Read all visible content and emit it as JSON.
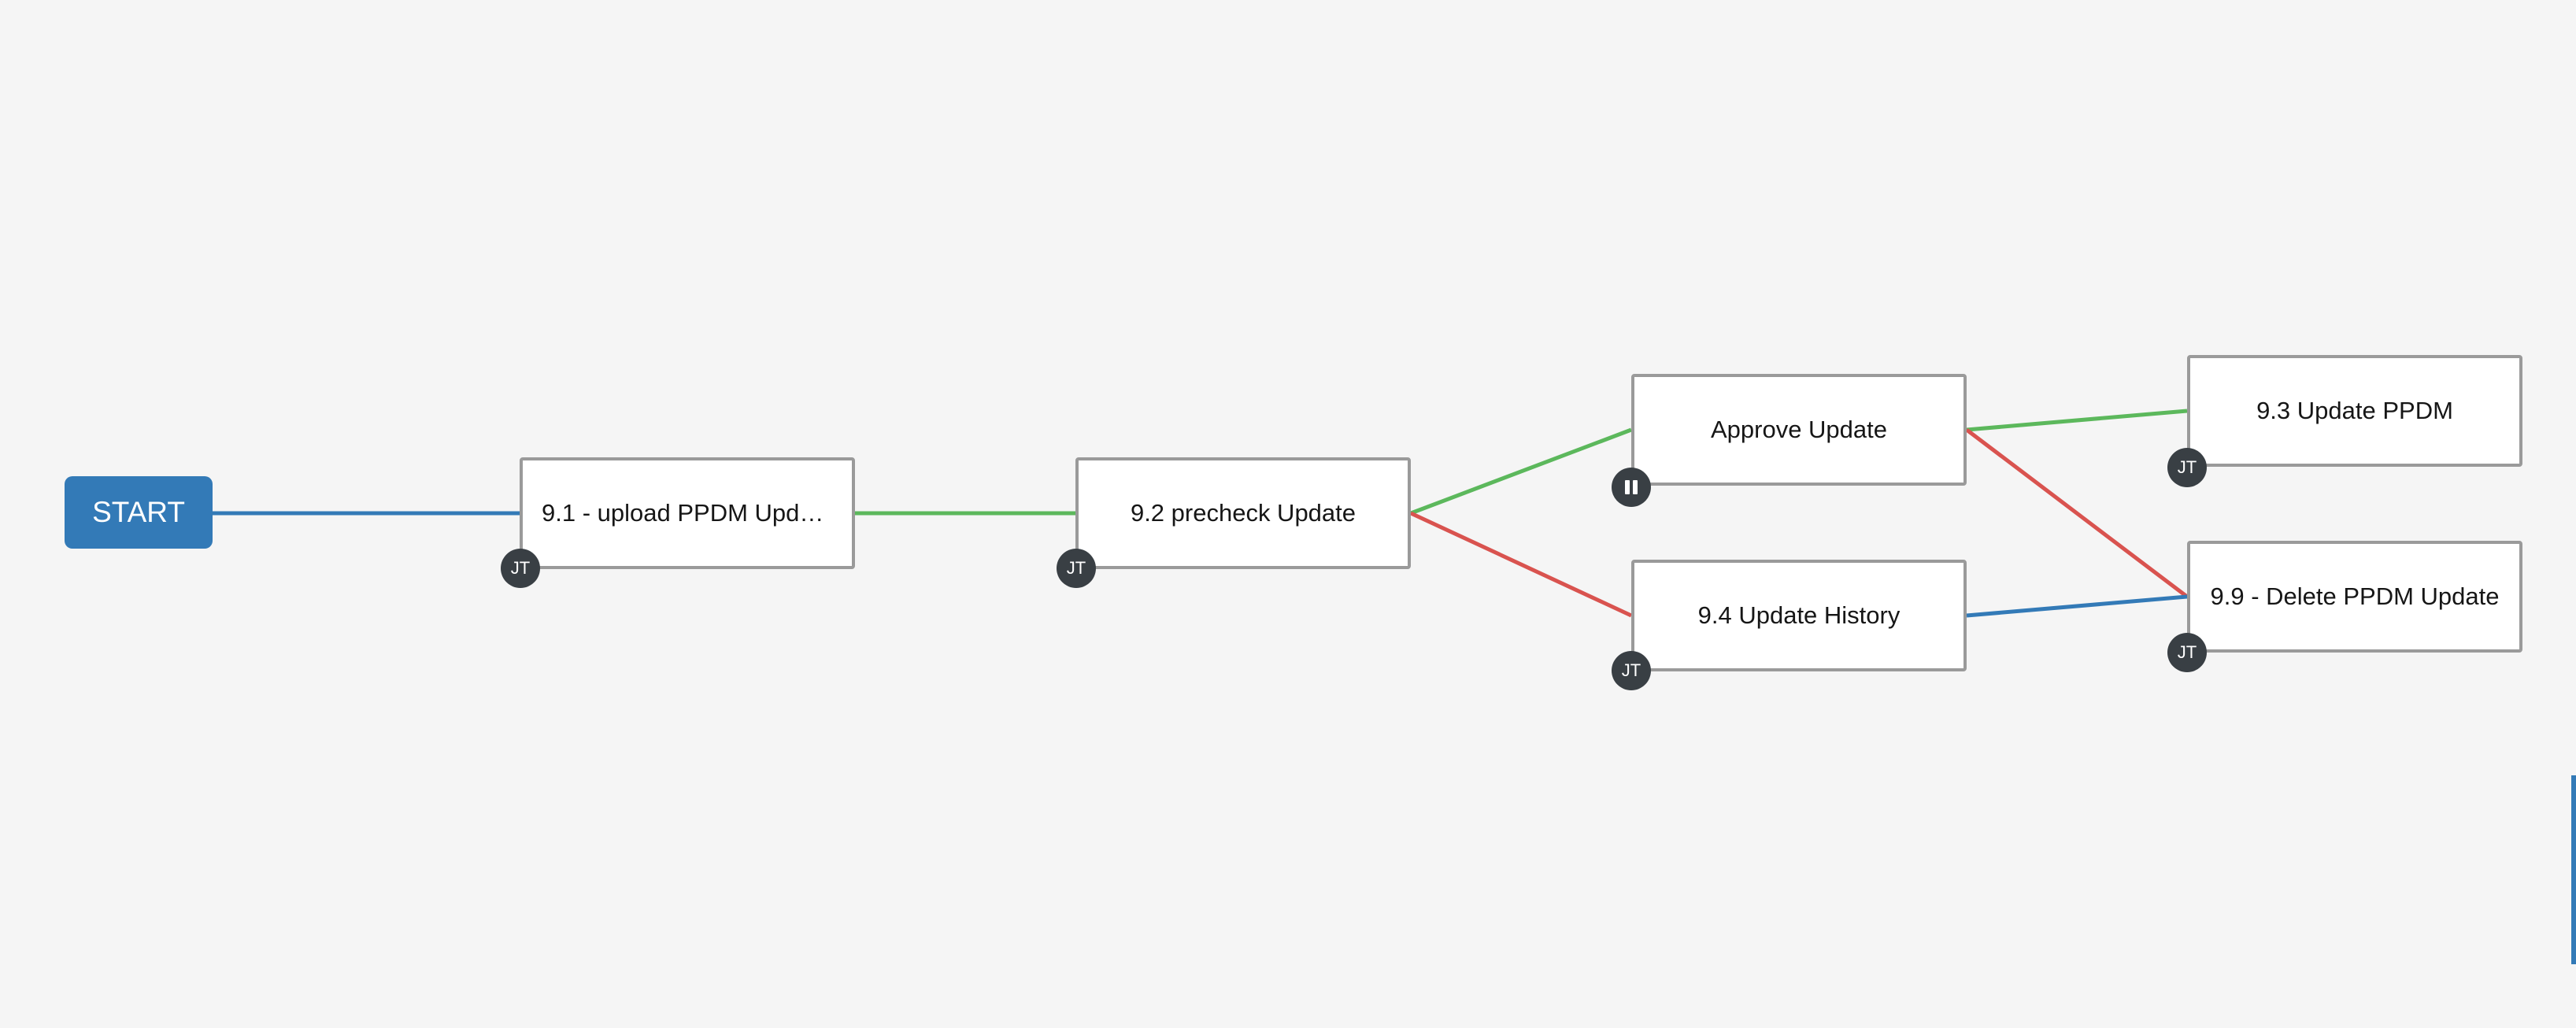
{
  "workflow": {
    "start_label": "START",
    "nodes": [
      {
        "id": "n1",
        "label": "9.1 - upload PPDM Updat...",
        "badge": "JT",
        "badge_type": "job-template"
      },
      {
        "id": "n2",
        "label": "9.2 precheck Update",
        "badge": "JT",
        "badge_type": "job-template"
      },
      {
        "id": "n3",
        "label": "Approve Update",
        "badge": "",
        "badge_type": "approval",
        "badge_icon": "pause-icon"
      },
      {
        "id": "n4",
        "label": "9.4 Update History",
        "badge": "JT",
        "badge_type": "job-template"
      },
      {
        "id": "n5",
        "label": "9.3 Update PPDM",
        "badge": "JT",
        "badge_type": "job-template"
      },
      {
        "id": "n6",
        "label": "9.9 - Delete PPDM Update",
        "badge": "JT",
        "badge_type": "job-template"
      }
    ],
    "links": [
      {
        "from": "start",
        "to": "n1",
        "type": "always"
      },
      {
        "from": "n1",
        "to": "n2",
        "type": "success"
      },
      {
        "from": "n2",
        "to": "n3",
        "type": "success"
      },
      {
        "from": "n2",
        "to": "n4",
        "type": "failure"
      },
      {
        "from": "n3",
        "to": "n5",
        "type": "success"
      },
      {
        "from": "n3",
        "to": "n6",
        "type": "failure"
      },
      {
        "from": "n4",
        "to": "n6",
        "type": "always"
      }
    ]
  },
  "colors": {
    "background": "#f5f5f5",
    "start": "#337ab7",
    "always": "#337ab7",
    "success": "#5cb85c",
    "failure": "#d9534f",
    "node_border": "#9a9a9a",
    "badge": "#393f44"
  }
}
